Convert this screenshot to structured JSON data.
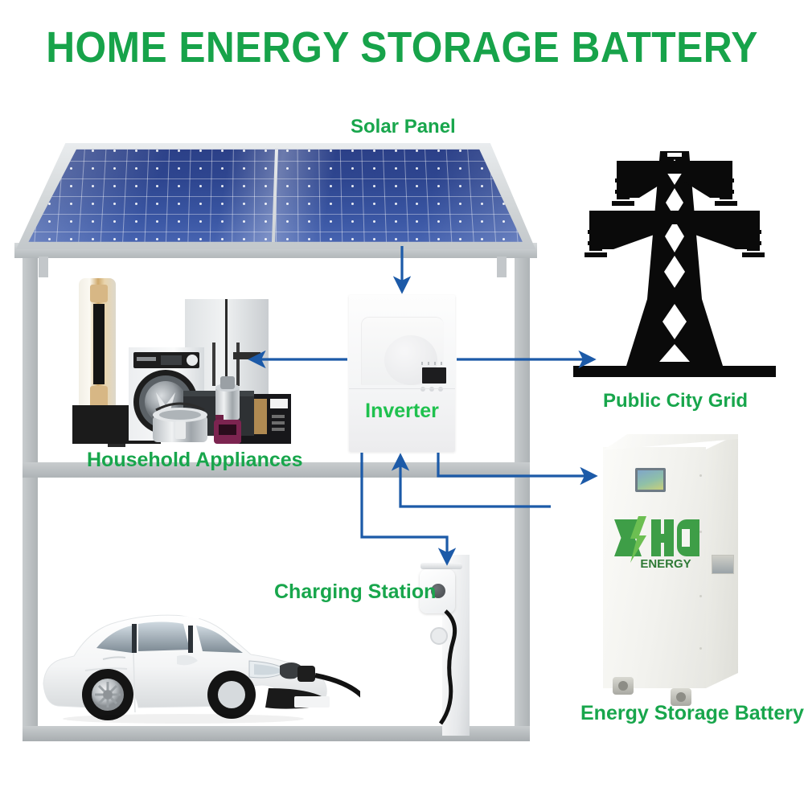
{
  "title": "HOME ENERGY STORAGE BATTERY",
  "colors": {
    "title_green": "#17a34a",
    "label_green": "#18a64c",
    "inverter_green": "#1fc14e",
    "arrow_blue": "#1c5aa8",
    "panel_blue": "#2e4690",
    "wall_gray": "#b6babd",
    "tower_black": "#0a0a0a"
  },
  "labels": {
    "solar_panel": "Solar Panel",
    "public_city_grid": "Public City Grid",
    "household_appliances": "Household Appliances",
    "inverter": "Inverter",
    "charging_station": "Charging Station",
    "energy_storage_battery": "Energy Storage Battery"
  },
  "battery": {
    "brand": "XHO",
    "brand_sub": "ENERGY"
  },
  "icons": {
    "solar_panel": "solar-panel-icon",
    "transmission_tower": "transmission-tower-icon",
    "inverter": "inverter-icon",
    "battery_cabinet": "battery-cabinet-icon",
    "appliances": "household-appliances-icon",
    "electric_car": "electric-car-icon",
    "charging_station": "charging-station-icon",
    "house_outline": "house-outline-icon",
    "arrow": "arrow-icon"
  },
  "flows": [
    {
      "id": "solar-to-inverter",
      "from": "Solar Panel",
      "to": "Inverter",
      "direction": "down"
    },
    {
      "id": "inverter-to-appliances",
      "from": "Inverter",
      "to": "Household Appliances",
      "direction": "left"
    },
    {
      "id": "inverter-to-grid",
      "from": "Inverter",
      "to": "Public City Grid",
      "direction": "right"
    },
    {
      "id": "inverter-to-battery",
      "from": "Inverter",
      "to": "Energy Storage Battery",
      "direction": "right"
    },
    {
      "id": "battery-to-inverter",
      "from": "Energy Storage Battery",
      "to": "Inverter",
      "direction": "up"
    },
    {
      "id": "inverter-to-charger",
      "from": "Inverter",
      "to": "Charging Station",
      "direction": "down"
    }
  ]
}
